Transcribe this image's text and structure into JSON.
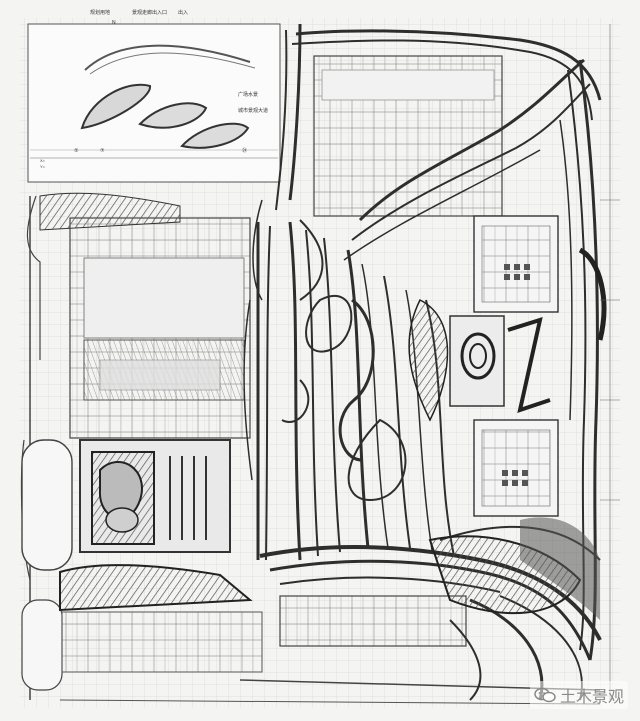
{
  "drawing": {
    "top_labels": [
      "规划用地",
      "景观走廊出入口",
      "出入"
    ],
    "north_mark": "N",
    "plaza_labels": [
      "广场水景",
      "城市景观大道"
    ],
    "axis_numbers": [
      "⑤",
      "⑦",
      "㉔"
    ],
    "dimension_labels": [
      "X=",
      "Y="
    ]
  },
  "watermark": {
    "text": "土木景观"
  },
  "colors": {
    "paper": "#f4f4f2",
    "ink": "#3a3a3a",
    "heavy_ink": "#222222",
    "light_line": "#9a9a9a"
  }
}
